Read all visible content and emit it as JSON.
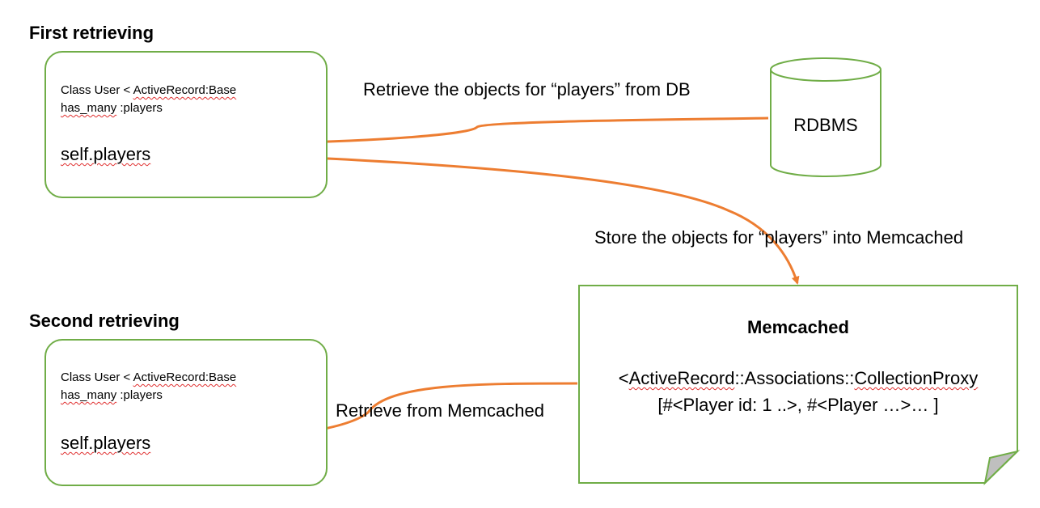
{
  "sections": {
    "first_title": "First retrieving",
    "second_title": "Second retrieving"
  },
  "first_box": {
    "class_prefix": "Class User < ",
    "class_base": "ActiveRecord:Base",
    "has_many_prefix": "has_many",
    "has_many_suffix": " :players",
    "call": "self.players"
  },
  "second_box": {
    "class_prefix": "Class User < ",
    "class_base": "ActiveRecord:Base",
    "has_many_prefix": "has_many",
    "has_many_suffix": " :players",
    "call": "self.players"
  },
  "rdbms": {
    "label": "RDBMS"
  },
  "memcached": {
    "title": "Memcached",
    "line1_prefix": "<",
    "line1_a": "ActiveRecord",
    "line1_sep1": "::",
    "line1_b": "Associations",
    "line1_sep2": "::",
    "line1_c": "CollectionProxy",
    "line2": "[#<Player id: 1 ..>, #<Player …>… ]"
  },
  "arrows": {
    "retrieve_db": "Retrieve the objects for “players” from DB",
    "store": "Store the objects for “players” into Memcached",
    "retrieve_cache": "Retrieve from Memcached"
  },
  "colors": {
    "box_border": "#70ad47",
    "arrow": "#ed7d31",
    "fold": "#bfbfbf",
    "squiggle": "#e03030"
  }
}
